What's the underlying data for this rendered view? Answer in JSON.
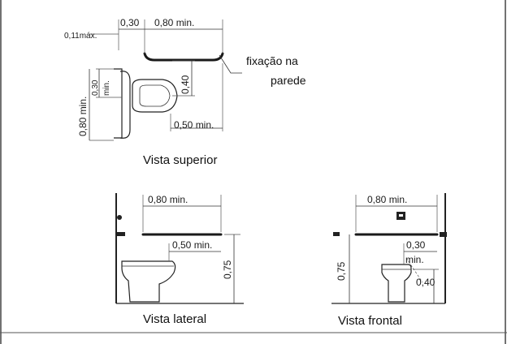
{
  "top_view": {
    "title": "Vista superior",
    "dim_011_max": "0,11máx.",
    "dim_030": "0,30",
    "dim_080_min": "0,80 min.",
    "dim_030_min_value": "0,30",
    "dim_030_min_suffix": "min.",
    "dim_040": "0,40",
    "dim_080_min_vertical": "0,80 min.",
    "dim_050_min": "0,50 min.",
    "note_line1": "fixação na",
    "note_line2": "parede"
  },
  "side_view": {
    "title": "Vista lateral",
    "dim_080_min": "0,80 min.",
    "dim_050_min": "0,50 min.",
    "dim_075": "0,75"
  },
  "front_view": {
    "title": "Vista frontal",
    "dim_080_min": "0,80 min.",
    "dim_030": "0,30",
    "dim_min": "min.",
    "dim_075": "0,75",
    "dim_040": "0,40"
  }
}
